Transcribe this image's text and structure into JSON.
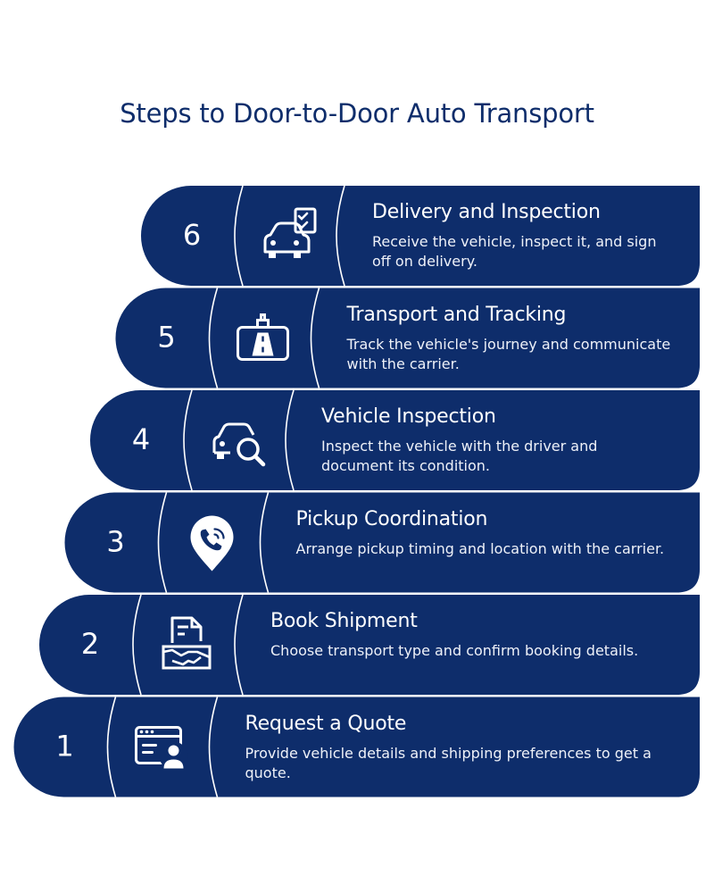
{
  "title": "Steps to Door-to-Door Auto Transport",
  "colors": {
    "band": "#0e2d6b",
    "line": "#ffffff",
    "text": "#ffffff",
    "title": "#0e2d6b"
  },
  "steps": [
    {
      "number": "6",
      "title": "Delivery and Inspection",
      "description": "Receive the vehicle, inspect it, and sign off on delivery.",
      "icon": "car-checklist-icon"
    },
    {
      "number": "5",
      "title": "Transport and Tracking",
      "description": "Track the vehicle's journey and communicate with the carrier.",
      "icon": "road-tracking-icon"
    },
    {
      "number": "4",
      "title": "Vehicle Inspection",
      "description": "Inspect the vehicle with the driver and document its condition.",
      "icon": "car-magnifier-icon"
    },
    {
      "number": "3",
      "title": "Pickup Coordination",
      "description": "Arrange pickup timing and location with the carrier.",
      "icon": "phone-location-pin-icon"
    },
    {
      "number": "2",
      "title": "Book Shipment",
      "description": "Choose transport type and confirm booking details.",
      "icon": "document-handshake-icon"
    },
    {
      "number": "1",
      "title": "Request a Quote",
      "description": "Provide vehicle details and shipping preferences to get a quote.",
      "icon": "browser-user-icon"
    }
  ]
}
